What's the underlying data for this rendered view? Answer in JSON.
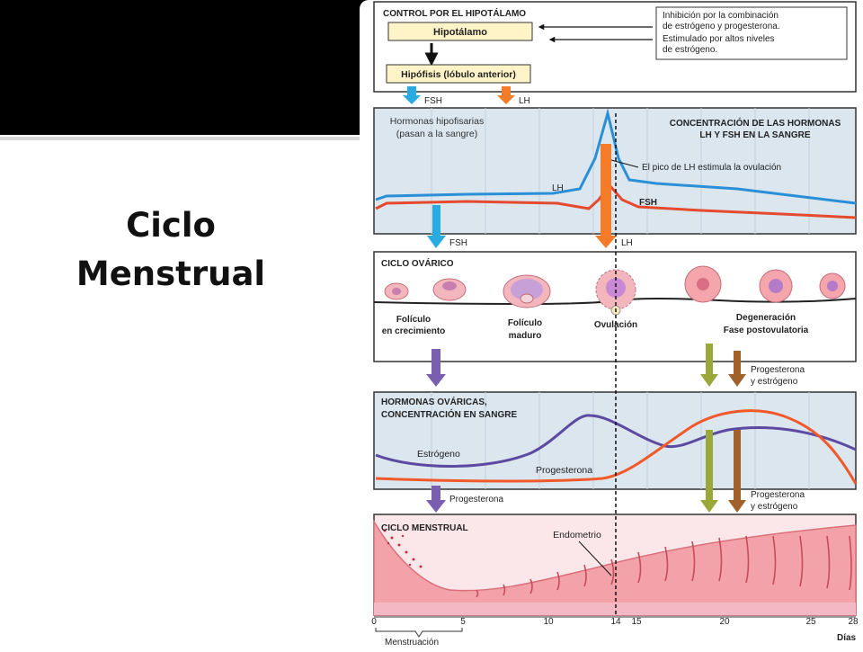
{
  "slide": {
    "title_line1": "Ciclo",
    "title_line2": "Menstrual"
  },
  "colors": {
    "fsh": "#2a8fd6",
    "lh": "#e64a2e",
    "arrow_fsh": "#29abe2",
    "arrow_lh": "#f47b2a",
    "estrogen": "#5b4aa0",
    "progesterone": "#f2592a",
    "arrow_purple": "#7a5fb0",
    "arrow_olive": "#9aa83a",
    "arrow_brown": "#a0612a",
    "endometrium": "#f2a2a8"
  },
  "figure": {
    "hypothalamus": {
      "heading": "CONTROL POR EL HIPOTÁLAMO",
      "box_hypothalamus": "Hipotálamo",
      "box_pituitary": "Hipófisis (lóbulo anterior)",
      "note_lines": [
        "Inhibición por la combinación",
        "de estrógeno y progesterona.",
        "Estimulado por altos niveles",
        "de estrógeno."
      ],
      "arrow_fsh_label": "FSH",
      "arrow_lh_label": "LH"
    },
    "pituitary_hormones": {
      "left_lines": [
        "Hormonas hipofisarias",
        "(pasan a la sangre)"
      ],
      "right_lines": [
        "CONCENTRACIÓN DE LAS HORMONAS",
        "LH Y FSH EN LA SANGRE"
      ],
      "peak_note": "El pico de LH estimula la ovulación",
      "lh_label": "LH",
      "fsh_label": "FSH",
      "out_fsh_label": "FSH",
      "out_lh_label": "LH"
    },
    "ovarian_cycle": {
      "heading": "CICLO OVÁRICO",
      "stage1": [
        "Folículo",
        "en crecimiento"
      ],
      "stage2": [
        "Folículo",
        "maduro"
      ],
      "stage3": "Ovulación",
      "stage4": [
        "Degeneración",
        "Fase postovulatoria"
      ],
      "arrow_note": [
        "Progesterona",
        "y estrógeno"
      ]
    },
    "ovarian_hormones": {
      "heading_lines": [
        "HORMONAS OVÁRICAS,",
        "CONCENTRACIÓN EN SANGRE"
      ],
      "estrogen_label": "Estrógeno",
      "progesterone_label": "Progesterona",
      "out_progesterone_label": "Progesterona",
      "out_note": [
        "Progesterona",
        "y estrógeno"
      ]
    },
    "menstrual_cycle": {
      "heading": "CICLO MENSTRUAL",
      "endometrium_label": "Endometrio",
      "axis_ticks": [
        "0",
        "5",
        "10",
        "14",
        "15",
        "20",
        "25",
        "28"
      ],
      "axis_unit": "Días",
      "menstruation_label": "Menstruación"
    }
  }
}
